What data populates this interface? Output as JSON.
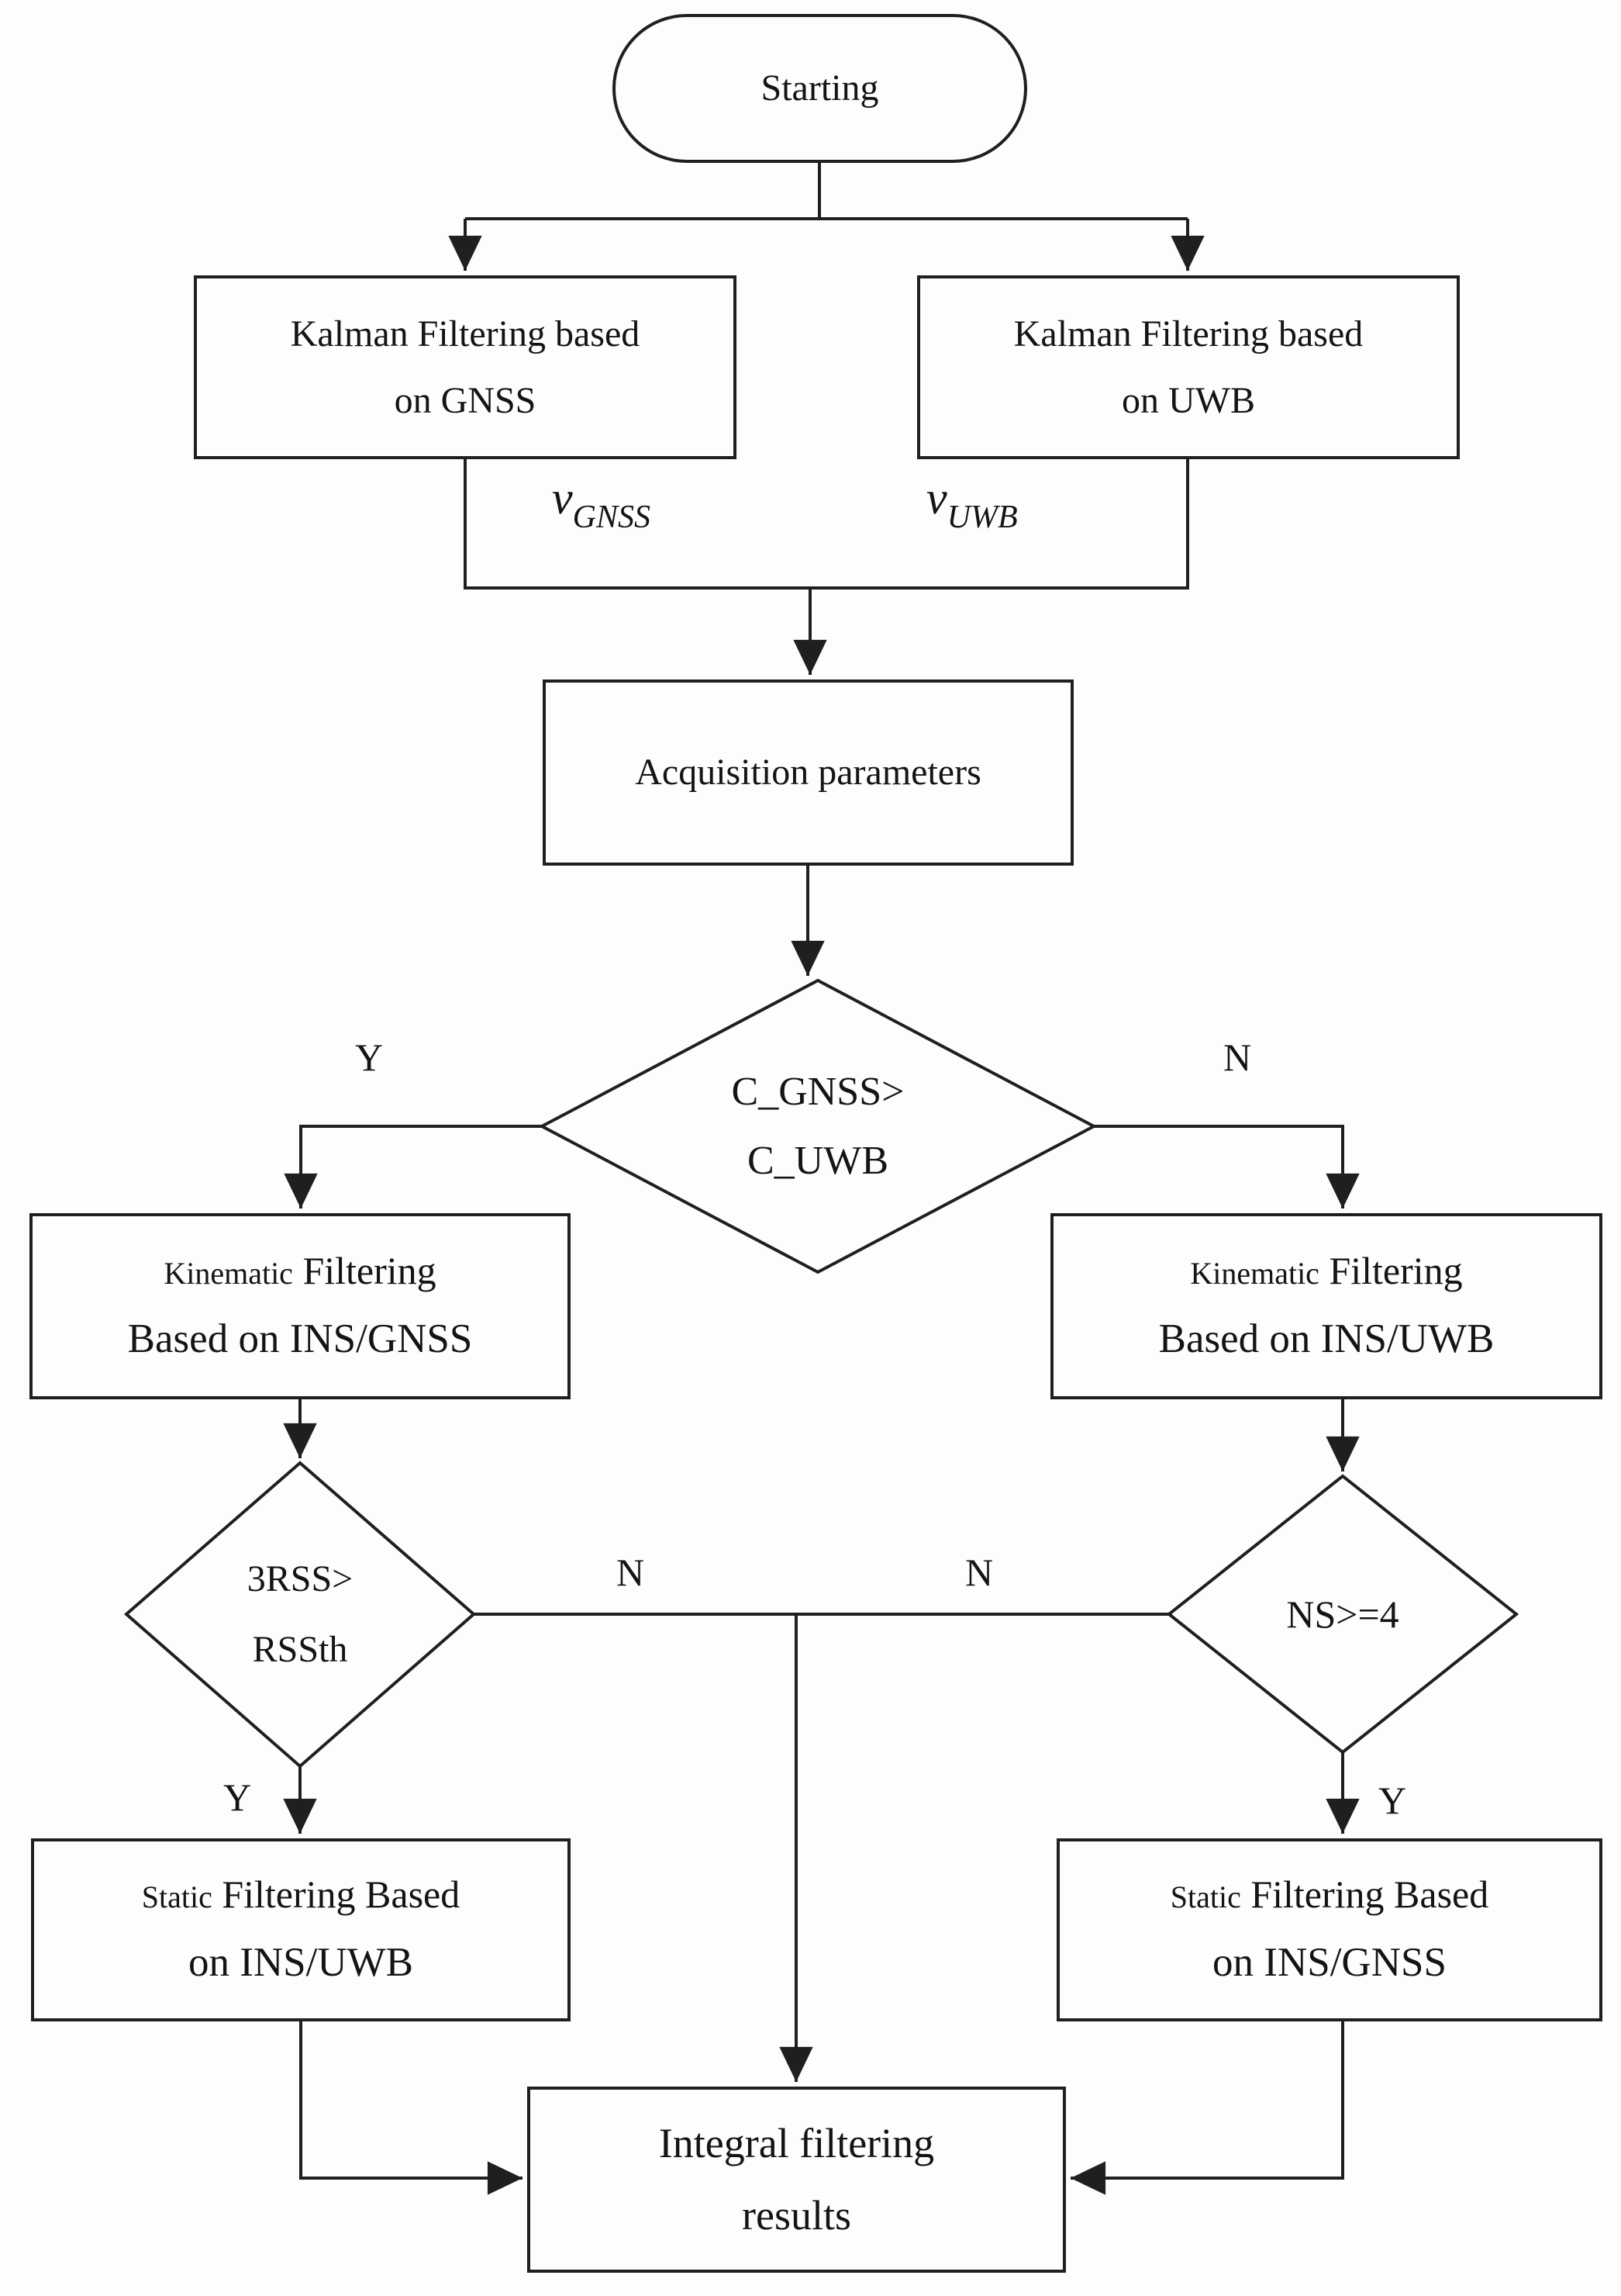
{
  "diagram": {
    "background": "#fdfdfd",
    "stroke_color": "#1f1f1f",
    "nodes": {
      "start": {
        "label": "Starting"
      },
      "kalman_gnss": {
        "line1": "Kalman Filtering based",
        "line2": "on GNSS"
      },
      "kalman_uwb": {
        "line1": "Kalman Filtering based",
        "line2": "on UWB"
      },
      "acquisition": {
        "label": "Acquisition parameters"
      },
      "decision_c": {
        "line1": "C_GNSS>",
        "line2": "C_UWB"
      },
      "kinematic_gnss": {
        "lead": "Kinematic",
        "line1_rest": " Filtering",
        "line2": "Based on INS/GNSS"
      },
      "kinematic_uwb": {
        "lead": "Kinematic",
        "line1_rest": " Filtering",
        "line2": "Based on INS/UWB"
      },
      "decision_rss": {
        "line1": "3RSS>",
        "line2": "RSSth"
      },
      "decision_ns": {
        "label": "NS>=4"
      },
      "static_uwb": {
        "lead": "Static",
        "line1_rest": " Filtering Based",
        "line2": "on INS/UWB"
      },
      "static_gnss": {
        "lead": "Static",
        "line1_rest": " Filtering Based",
        "line2": "on INS/GNSS"
      },
      "integral": {
        "line1": "Integral filtering",
        "line2": "results"
      }
    },
    "edge_labels": {
      "v_gnss_base": "v",
      "v_gnss_sub": "GNSS",
      "v_uwb_base": "v",
      "v_uwb_sub": "UWB",
      "branch_c_yes": "Y",
      "branch_c_no": "N",
      "branch_rss_yes": "Y",
      "branch_rss_no": "N",
      "branch_ns_yes": "Y",
      "branch_ns_no": "N"
    }
  }
}
